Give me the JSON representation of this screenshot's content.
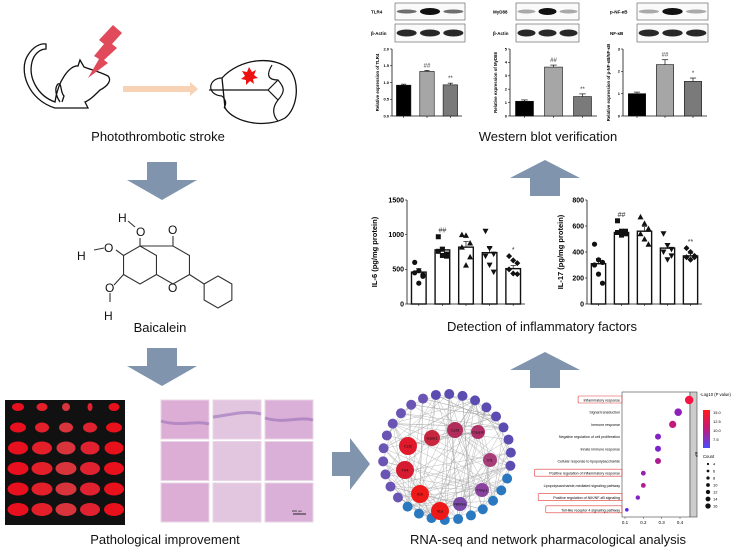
{
  "captions": {
    "stroke": "Photothrombotic stroke",
    "drug": "Baicalein",
    "pathology": "Pathological improvement",
    "rnaseq": "RNA-seq and network pharmacological analysis",
    "inflammatory": "Detection of inflammatory factors",
    "western": "Western blot verification"
  },
  "molecule": {
    "atoms": [
      "H",
      "O",
      "O",
      "H",
      "O",
      "O",
      "H",
      "O"
    ]
  },
  "colors": {
    "arrow": "#8094ae",
    "stroke_arrow": "#f8d2b4",
    "bolt": "#e04a5a",
    "infarct": "#ee1111",
    "bar1": "#000000",
    "bar2": "#a6a6a6",
    "bar3": "#7a7a7a"
  },
  "histology": {
    "scale_bar": "200 μm"
  },
  "network": {
    "labels": [
      "Il1b",
      "Ccl2",
      "Tlr4",
      "Icam1",
      "Nfkbia",
      "Il1a",
      "Ccl3",
      "Casp8",
      "Irf1",
      "Timp1"
    ]
  },
  "chart_data": [
    {
      "type": "bar",
      "panel": "western",
      "blot_labels": [
        "TLR4",
        "β-Actin"
      ],
      "ylabel": "Relative expression of TLR4",
      "yticks": [
        "0.0",
        "0.5",
        "1.0",
        "1.5",
        "2.0"
      ],
      "ylim": [
        0,
        2
      ],
      "values": [
        0.92,
        1.33,
        0.93
      ],
      "errors": [
        0.03,
        0.03,
        0.05
      ],
      "annotations": [
        "",
        "##",
        "**"
      ]
    },
    {
      "type": "bar",
      "panel": "western",
      "blot_labels": [
        "MyD88",
        "β-Actin"
      ],
      "ylabel": "Relative expression of MyD88",
      "yticks": [
        "0",
        "1",
        "2",
        "3",
        "4",
        "5"
      ],
      "ylim": [
        0,
        5
      ],
      "values": [
        1.1,
        3.65,
        1.45
      ],
      "errors": [
        0.1,
        0.15,
        0.2
      ],
      "annotations": [
        "",
        "##",
        "**"
      ]
    },
    {
      "type": "bar",
      "panel": "western",
      "blot_labels": [
        "p-NF-κB",
        "NF-κB"
      ],
      "ylabel": "Relative expression of p-NF-κB/NF-κB",
      "yticks": [
        "0",
        "1",
        "2",
        "3"
      ],
      "ylim": [
        0,
        3
      ],
      "values": [
        1.0,
        2.3,
        1.55
      ],
      "errors": [
        0.07,
        0.22,
        0.15
      ],
      "annotations": [
        "",
        "##",
        "*"
      ]
    },
    {
      "type": "bar",
      "panel": "inflammatory",
      "ylabel": "IL-6 (pg/mg protein)",
      "yticks": [
        "0",
        "500",
        "1000",
        "1500"
      ],
      "ylim": [
        0,
        1500
      ],
      "values": [
        460,
        780,
        820,
        740,
        510
      ],
      "errors": [
        50,
        40,
        80,
        70,
        45
      ],
      "annotations": [
        "",
        "##",
        "",
        "",
        "*"
      ],
      "markers": [
        "circle",
        "square",
        "triangle",
        "triangle-down",
        "diamond"
      ],
      "points": [
        [
          600,
          480,
          420,
          450,
          300,
          400
        ],
        [
          970,
          700,
          720,
          760,
          790,
          690
        ],
        [
          1000,
          990,
          880,
          820,
          560,
          680
        ],
        [
          1050,
          800,
          720,
          690,
          560,
          460
        ],
        [
          690,
          630,
          590,
          500,
          440,
          430
        ]
      ]
    },
    {
      "type": "bar",
      "panel": "inflammatory",
      "ylabel": "IL-17 (pg/mg protein)",
      "yticks": [
        "0",
        "200",
        "400",
        "600",
        "800"
      ],
      "ylim": [
        0,
        800
      ],
      "values": [
        310,
        550,
        560,
        430,
        370
      ],
      "errors": [
        40,
        20,
        35,
        35,
        20
      ],
      "annotations": [
        "",
        "##",
        "",
        "",
        "**"
      ],
      "markers": [
        "circle",
        "square",
        "triangle",
        "triangle-down",
        "diamond"
      ],
      "points": [
        [
          460,
          340,
          320,
          300,
          230,
          160
        ],
        [
          640,
          560,
          540,
          550,
          530,
          560
        ],
        [
          670,
          620,
          580,
          540,
          500,
          460
        ],
        [
          540,
          450,
          420,
          400,
          340,
          370
        ],
        [
          430,
          400,
          370,
          360,
          340,
          360
        ]
      ]
    },
    {
      "type": "scatter",
      "panel": "enrichment",
      "xlabel": "",
      "xticks": [
        "0.1",
        "0.2",
        "0.3",
        "0.4"
      ],
      "xlim": [
        0.1,
        0.45
      ],
      "strip": "BP",
      "legend_color_title": "-Log10 (P value)",
      "legend_color_ticks": [
        "15.0",
        "12.5",
        "10.0",
        "7.5"
      ],
      "legend_size_title": "Count",
      "legend_size_ticks": [
        "4",
        "6",
        "8",
        "10",
        "12",
        "14",
        "16"
      ],
      "terms": [
        {
          "name": "Inflammatory response",
          "ratio": 0.45,
          "logp": 15.5,
          "count": 16,
          "highlight": true
        },
        {
          "name": "Signal transduction",
          "ratio": 0.39,
          "logp": 9.5,
          "count": 14,
          "highlight": false
        },
        {
          "name": "Immune response",
          "ratio": 0.36,
          "logp": 12.5,
          "count": 13,
          "highlight": false
        },
        {
          "name": "Negative regulation of cell proliferation",
          "ratio": 0.28,
          "logp": 9,
          "count": 10,
          "highlight": false
        },
        {
          "name": "Innate immune response",
          "ratio": 0.28,
          "logp": 8.5,
          "count": 10,
          "highlight": false
        },
        {
          "name": "Cellular response to lipopolysaccharide",
          "ratio": 0.28,
          "logp": 11.5,
          "count": 10,
          "highlight": false
        },
        {
          "name": "Positive regulation of inflammatory response",
          "ratio": 0.2,
          "logp": 10,
          "count": 7,
          "highlight": true
        },
        {
          "name": "Lipopolysaccharide-mediated signaling pathway",
          "ratio": 0.2,
          "logp": 11.5,
          "count": 7,
          "highlight": false
        },
        {
          "name": "Positive regulation of NIK/NF-κB signaling",
          "ratio": 0.17,
          "logp": 9,
          "count": 6,
          "highlight": true
        },
        {
          "name": "Toll-like receptor 4 signaling pathway",
          "ratio": 0.11,
          "logp": 6.5,
          "count": 4,
          "highlight": true
        }
      ]
    }
  ]
}
